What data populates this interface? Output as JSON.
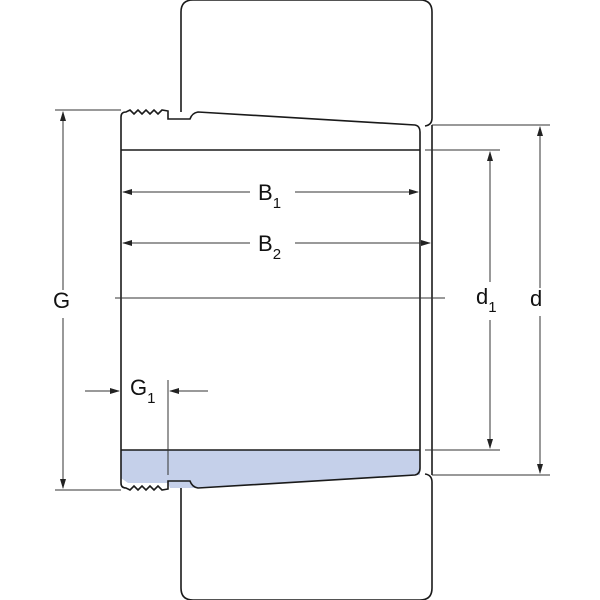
{
  "labels": {
    "G": "G",
    "G1": {
      "base": "G",
      "sub": "1"
    },
    "B1": {
      "base": "B",
      "sub": "1"
    },
    "B2": {
      "base": "B",
      "sub": "2"
    },
    "d1": {
      "base": "d",
      "sub": "1"
    },
    "d": "d"
  },
  "colors": {
    "line": "#1a1a1a",
    "highlight_fill": "#c5d0ea",
    "dim_line": "#333333"
  }
}
